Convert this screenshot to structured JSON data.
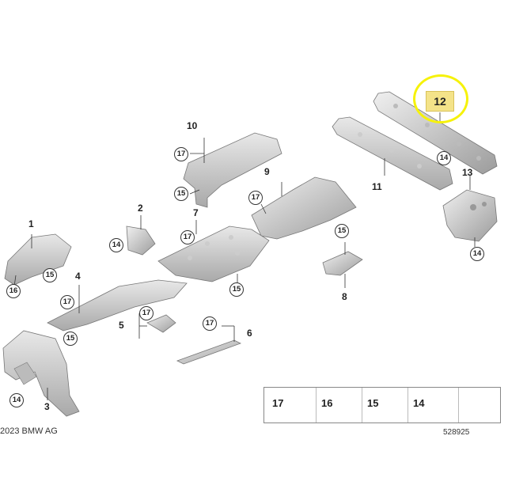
{
  "diagram": {
    "parts": [
      {
        "id": "p1",
        "label": "1"
      },
      {
        "id": "p2",
        "label": "2"
      },
      {
        "id": "p3",
        "label": "3"
      },
      {
        "id": "p4",
        "label": "4"
      },
      {
        "id": "p5",
        "label": "5"
      },
      {
        "id": "p6",
        "label": "6"
      },
      {
        "id": "p7",
        "label": "7"
      },
      {
        "id": "p8",
        "label": "8"
      },
      {
        "id": "p9",
        "label": "9"
      },
      {
        "id": "p10",
        "label": "10"
      },
      {
        "id": "p11",
        "label": "11"
      },
      {
        "id": "p12",
        "label": "12"
      },
      {
        "id": "p13",
        "label": "13"
      }
    ],
    "callouts": {
      "c14": "14",
      "c15": "15",
      "c16": "16",
      "c17": "17"
    },
    "highlighted_part": "12",
    "highlight_color": "#f6f20a",
    "legend": [
      {
        "label": "17",
        "icon": "clip-nut-icon"
      },
      {
        "label": "16",
        "icon": "expanding-rivet-icon"
      },
      {
        "label": "15",
        "icon": "screw-icon"
      },
      {
        "label": "14",
        "icon": "hex-flange-nut-icon"
      }
    ],
    "copyright": "2023 BMW AG",
    "image_number": "528925"
  }
}
